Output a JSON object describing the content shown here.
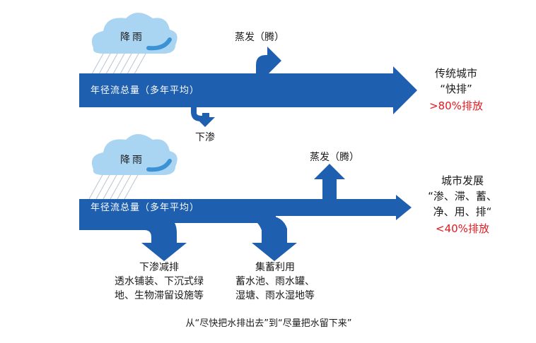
{
  "colors": {
    "arrow": "#1f5fb0",
    "cloud": "#a9d4f2",
    "cloud_dark": "#3b93d6",
    "rain": "#b9c4d2",
    "highlight": "#e0191f"
  },
  "top": {
    "rain_label": "降雨",
    "evaporation_label": "蒸发（腾）",
    "runoff_label": "年径流总量（多年平均）",
    "infiltration_label": "下渗",
    "outcome_title": "传统城市",
    "outcome_subtitle": "“快排”",
    "outcome_rate": ">80%排放"
  },
  "bottom": {
    "rain_label": "降雨",
    "evaporation_label": "蒸发（腾）",
    "runoff_label": "年径流总量（多年平均）",
    "outcome_title": "城市发展",
    "outcome_line2": "“渗、滞、蓄、",
    "outcome_line3": "净、用、排“",
    "outcome_rate": "<40%排放",
    "infiltration_title": "下渗减排",
    "infiltration_line1": "透水铺装、下沉式绿",
    "infiltration_line2": "地、生物滞留设施等",
    "storage_title": "集蓄利用",
    "storage_line1": "蓄水池、雨水罐、",
    "storage_line2": "湿塘、雨水湿地等"
  },
  "caption": "从“尽快把水排出去”到“尽量把水留下来”"
}
